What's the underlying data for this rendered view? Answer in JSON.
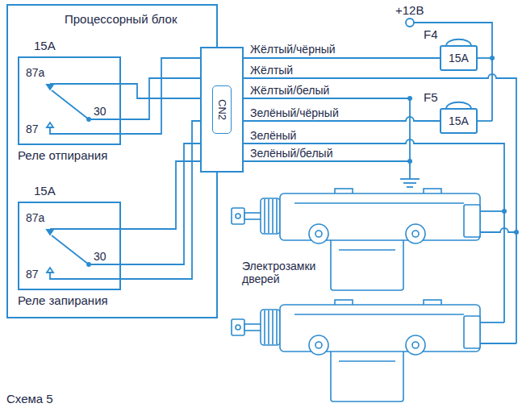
{
  "diagram": {
    "caption": "Схема 5",
    "nodes": [
      {
        "text": [
          "Процессорный блок"
        ]
      },
      {
        "text": [
          "15A",
          "87a",
          "30",
          "87",
          "Реле отпирания"
        ],
        "in": 0
      },
      {
        "text": [
          "15A",
          "87a",
          "30",
          "87",
          "Реле запирания"
        ],
        "in": 0
      },
      {
        "text": [
          "CN2"
        ]
      },
      {
        "text": [
          "F4",
          "15A"
        ]
      },
      {
        "text": [
          "F5",
          "15A"
        ]
      }
    ],
    "edges": [
      {
        "from": 1,
        "to": 3,
        "arrow": "none"
      },
      {
        "from": 1,
        "to": 3,
        "arrow": "none"
      },
      {
        "from": 1,
        "to": 3,
        "arrow": "none"
      },
      {
        "from": 2,
        "to": 3,
        "arrow": "none"
      },
      {
        "from": 2,
        "to": 3,
        "arrow": "none"
      },
      {
        "from": 2,
        "to": 3,
        "arrow": "none"
      },
      {
        "from": 3,
        "to": 4,
        "label": "Жёлтый/чёрный",
        "arrow": "none"
      },
      {
        "from": 3,
        "to": 5,
        "label": "Зелёный/чёрный",
        "arrow": "none"
      }
    ],
    "labels": [
      "+12В",
      "Жёлтый",
      "Жёлтый/белый",
      "Зелёный",
      "Зелёный/белый",
      "Электрозамки дверей"
    ]
  }
}
